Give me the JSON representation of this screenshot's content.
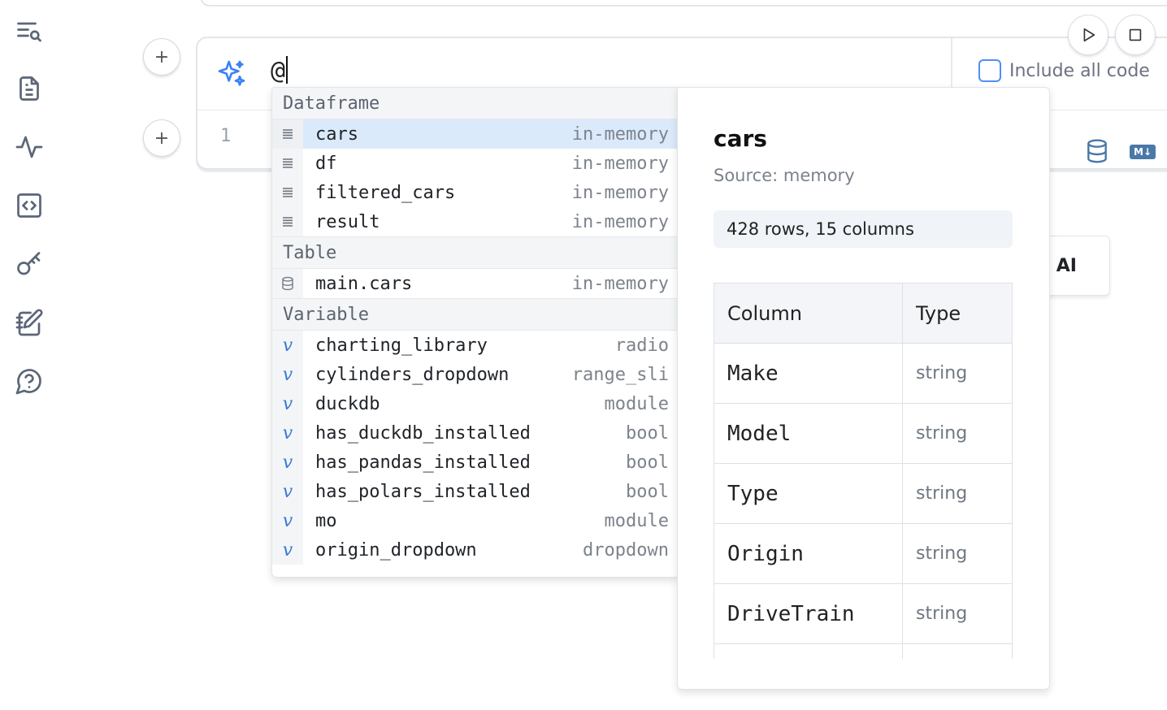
{
  "cell": {
    "ai_input_value": "@",
    "include_all_code_label": "Include all code",
    "line_number": "1",
    "add_cell_label": "+",
    "markdown_badge": "M↓"
  },
  "behind_button": {
    "label": "I AI"
  },
  "autocomplete": {
    "sections": [
      {
        "title": "Dataframe",
        "items": [
          {
            "label": "cars",
            "detail": "in-memory",
            "icon": "dataframe-icon",
            "selected": true
          },
          {
            "label": "df",
            "detail": "in-memory",
            "icon": "dataframe-icon"
          },
          {
            "label": "filtered_cars",
            "detail": "in-memory",
            "icon": "dataframe-icon"
          },
          {
            "label": "result",
            "detail": "in-memory",
            "icon": "dataframe-icon"
          }
        ]
      },
      {
        "title": "Table",
        "items": [
          {
            "label": "main.cars",
            "detail": "in-memory",
            "icon": "database-icon"
          }
        ]
      },
      {
        "title": "Variable",
        "items": [
          {
            "label": "charting_library",
            "detail": "radio",
            "icon": "variable-icon"
          },
          {
            "label": "cylinders_dropdown",
            "detail": "range_sli",
            "icon": "variable-icon"
          },
          {
            "label": "duckdb",
            "detail": "module",
            "icon": "variable-icon"
          },
          {
            "label": "has_duckdb_installed",
            "detail": "bool",
            "icon": "variable-icon"
          },
          {
            "label": "has_pandas_installed",
            "detail": "bool",
            "icon": "variable-icon"
          },
          {
            "label": "has_polars_installed",
            "detail": "bool",
            "icon": "variable-icon"
          },
          {
            "label": "mo",
            "detail": "module",
            "icon": "variable-icon"
          },
          {
            "label": "origin_dropdown",
            "detail": "dropdown",
            "icon": "variable-icon"
          }
        ]
      }
    ]
  },
  "info_panel": {
    "title": "cars",
    "source": "Source: memory",
    "stats": "428 rows, 15 columns",
    "table": {
      "headers": [
        "Column",
        "Type"
      ],
      "rows": [
        [
          "Make",
          "string"
        ],
        [
          "Model",
          "string"
        ],
        [
          "Type",
          "string"
        ],
        [
          "Origin",
          "string"
        ],
        [
          "DriveTrain",
          "string"
        ]
      ]
    }
  },
  "colors": {
    "accent": "#3b82f6",
    "selected_row": "#dbeafb",
    "icon_gray": "#5b6677"
  }
}
